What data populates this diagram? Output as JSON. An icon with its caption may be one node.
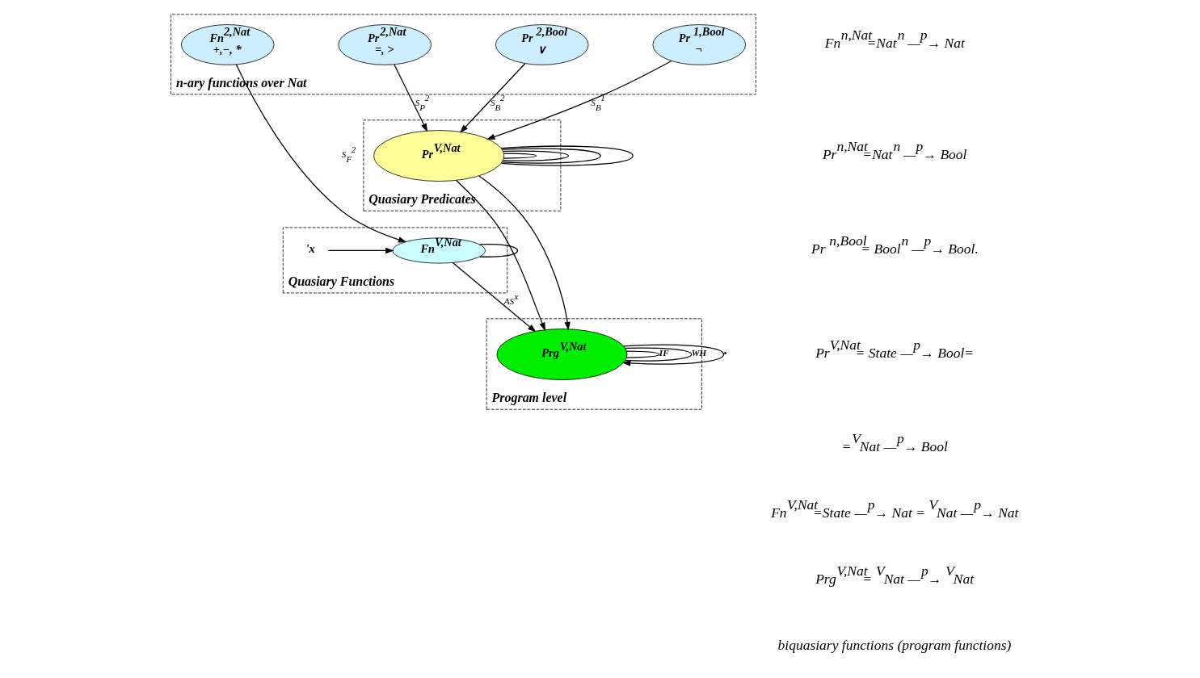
{
  "diagram": {
    "nodes": [
      {
        "text": [
          "n-ary functions over Nat"
        ]
      },
      {
        "text": [
          "Fn$^{2,Nat}$",
          "+,−, *"
        ],
        "in": 0
      },
      {
        "text": [
          "Pr$^{2,Nat}$",
          "=, >"
        ],
        "in": 0
      },
      {
        "text": [
          "Pr $^{2,Bool}$",
          "∨"
        ],
        "in": 0
      },
      {
        "text": [
          "Pr $^{1,Bool}$",
          "¬"
        ],
        "in": 0
      },
      {
        "text": [
          "Quasiary Predicates"
        ]
      },
      {
        "text": [
          "Pr$^{V,Nat}$"
        ],
        "in": 5
      },
      {
        "text": [
          "Quasiary Functions"
        ]
      },
      {
        "text": [
          "Fn$^{V,Nat}$"
        ],
        "in": 7
      },
      {
        "text": [
          "'x"
        ],
        "in": 7
      },
      {
        "text": [
          "Program level"
        ]
      },
      {
        "text": [
          "Prg$^{V,Nat}$"
        ],
        "in": 10
      }
    ],
    "edges": [
      {
        "from": 1,
        "to": 8,
        "arrow": "to",
        "label": "S$_{F}$$^{2}$"
      },
      {
        "from": 2,
        "to": 6,
        "arrow": "to",
        "label": "S$_{P}$$^{2}$"
      },
      {
        "from": 3,
        "to": 6,
        "arrow": "to",
        "label": "S$_{B}$$^{2}$"
      },
      {
        "from": 4,
        "to": 6,
        "arrow": "to",
        "label": "S$_{B}$$^{1}$"
      },
      {
        "from": 6,
        "to": 6,
        "arrow": "none"
      },
      {
        "from": 6,
        "to": 6,
        "arrow": "none"
      },
      {
        "from": 6,
        "to": 6,
        "arrow": "none"
      },
      {
        "from": 6,
        "to": 6,
        "arrow": "none"
      },
      {
        "from": 8,
        "to": 8,
        "arrow": "none"
      },
      {
        "from": 9,
        "to": 8,
        "arrow": "to"
      },
      {
        "from": 6,
        "to": 11,
        "arrow": "to"
      },
      {
        "from": 6,
        "to": 11,
        "arrow": "to"
      },
      {
        "from": 8,
        "to": 11,
        "arrow": "to",
        "label": "AS$^{x}$"
      },
      {
        "from": 11,
        "to": 11,
        "arrow": "none",
        "label": "IF"
      },
      {
        "from": 11,
        "to": 11,
        "arrow": "none",
        "label": "WH"
      },
      {
        "from": 11,
        "to": 11,
        "arrow": "to",
        "label": "•"
      }
    ],
    "labels": [
      "Fn$^{n,Nat}$=Nat$^{n}$ —$^{p}$→ Nat",
      "Pr$^{n,Nat}$=Nat$^{n}$ —$^{p}$→ Bool",
      "Pr $^{n,Bool}$= Bool$^{n}$ —$^{p}$→ Bool.",
      "Pr$^{V,Nat}$= State —$^{p}$→ Bool=",
      "=$^{V}$Nat —$^{p}$→ Bool",
      "Fn$^{V,Nat}$=State —$^{p}$→ Nat = $^{V}$Nat —$^{p}$→ Nat",
      "Prg$^{V,Nat}$= $^{V}$Nat —$^{p}$→ $^{V}$Nat",
      "biquasiary functions (program functions)"
    ]
  }
}
